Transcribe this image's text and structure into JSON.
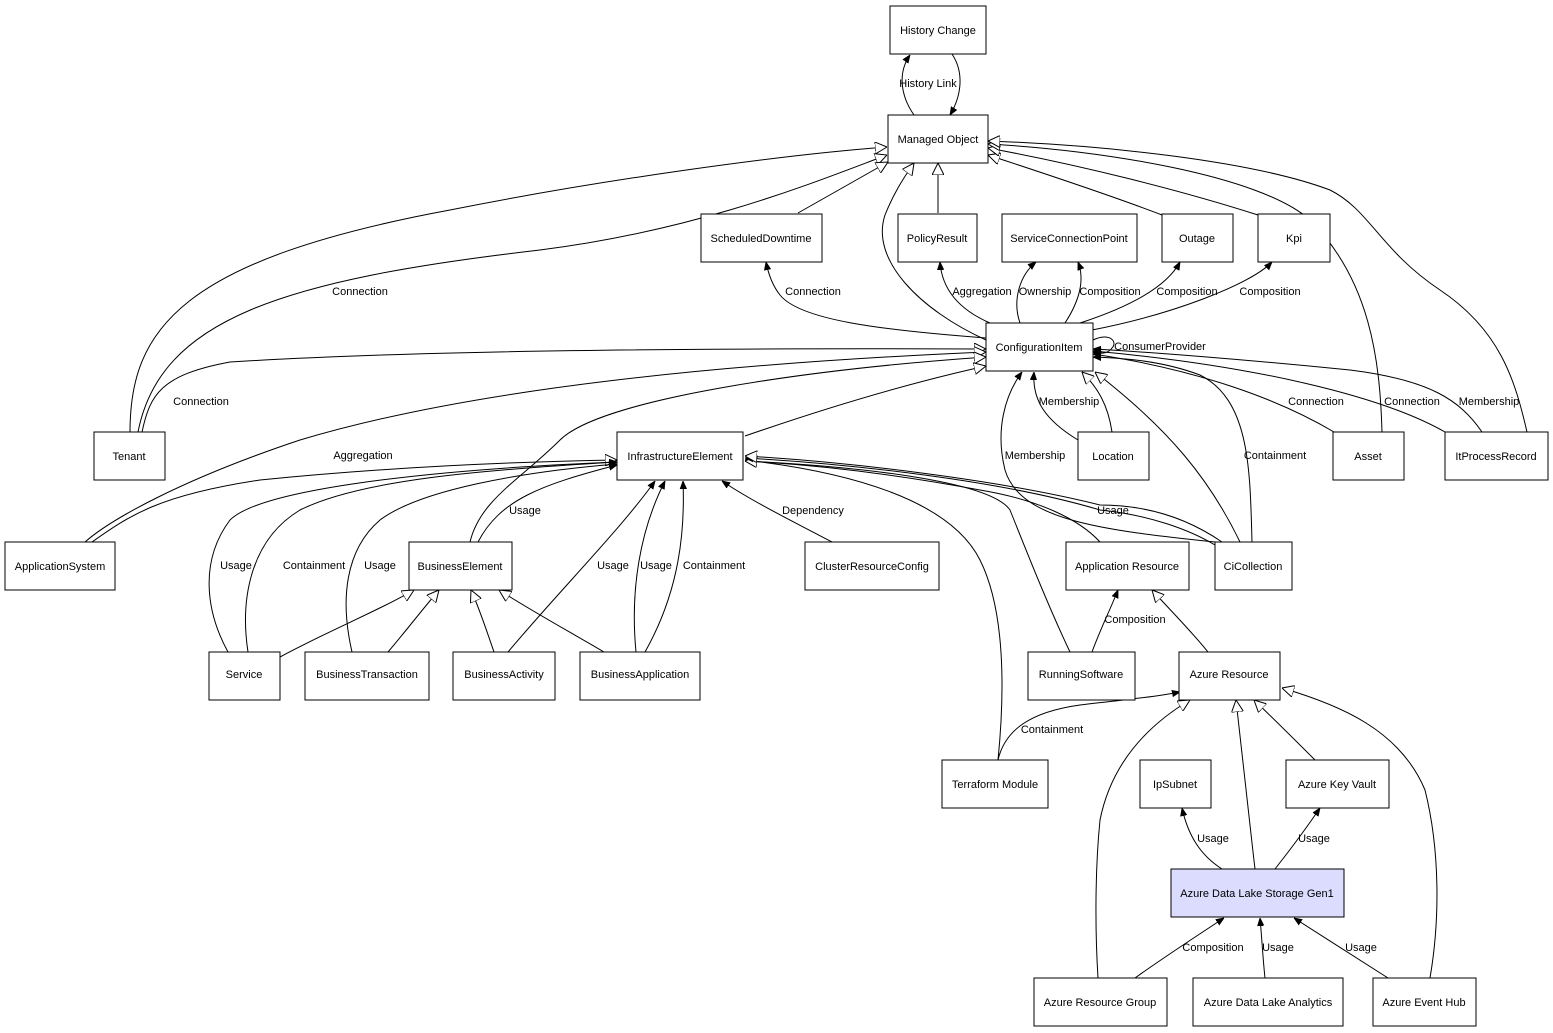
{
  "diagram": {
    "nodes": {
      "history_change": "History Change",
      "managed_object": "Managed Object",
      "scheduled_downtime": "ScheduledDowntime",
      "policy_result": "PolicyResult",
      "service_connection_point": "ServiceConnectionPoint",
      "outage": "Outage",
      "kpi": "Kpi",
      "configuration_item": "ConfigurationItem",
      "tenant": "Tenant",
      "infrastructure_element": "InfrastructureElement",
      "location": "Location",
      "asset": "Asset",
      "it_process_record": "ItProcessRecord",
      "application_system": "ApplicationSystem",
      "business_element": "BusinessElement",
      "cluster_resource_config": "ClusterResourceConfig",
      "application_resource": "Application Resource",
      "ci_collection": "CiCollection",
      "service": "Service",
      "business_transaction": "BusinessTransaction",
      "business_activity": "BusinessActivity",
      "business_application": "BusinessApplication",
      "running_software": "RunningSoftware",
      "azure_resource": "Azure Resource",
      "terraform_module": "Terraform Module",
      "ip_subnet": "IpSubnet",
      "azure_key_vault": "Azure Key Vault",
      "azure_data_lake_storage_gen1": "Azure Data Lake Storage Gen1",
      "azure_resource_group": "Azure Resource Group",
      "azure_data_lake_analytics": "Azure Data Lake Analytics",
      "azure_event_hub": "Azure Event Hub"
    },
    "edge_labels": {
      "history_link": "History Link",
      "tenant_connection_mo": "Connection",
      "ci_connection_sd": "Connection",
      "ci_aggregation_pr": "Aggregation",
      "ci_ownership_scp": "Ownership",
      "ci_composition_scp": "Composition",
      "ci_composition_outage": "Composition",
      "ci_composition_kpi": "Composition",
      "ci_consumer_provider": "ConsumerProvider",
      "tenant_connection_ci": "Connection",
      "appsys_aggregation_ci": "Aggregation",
      "location_membership": "Membership",
      "cicollection_membership": "Membership",
      "cicollection_containment": "Containment",
      "asset_connection": "Connection",
      "itpr_connection": "Connection",
      "itpr_membership": "Membership",
      "be_usage_ie": "Usage",
      "service_usage_ie": "Usage",
      "service_containment_ie": "Containment",
      "bt_usage_ie": "Usage",
      "ba_usage_ie": "Usage",
      "bapp_usage_ie": "Usage",
      "bapp_containment_ie": "Containment",
      "cluster_dependency_ie": "Dependency",
      "cicollection_usage_ie": "Usage",
      "rs_composition_ar": "Composition",
      "tm_containment_azr": "Containment",
      "adls_usage_ipsubnet": "Usage",
      "adls_usage_keyvault": "Usage",
      "arg_composition_adls": "Composition",
      "adla_usage_adls": "Usage",
      "eh_usage_adls": "Usage"
    }
  }
}
